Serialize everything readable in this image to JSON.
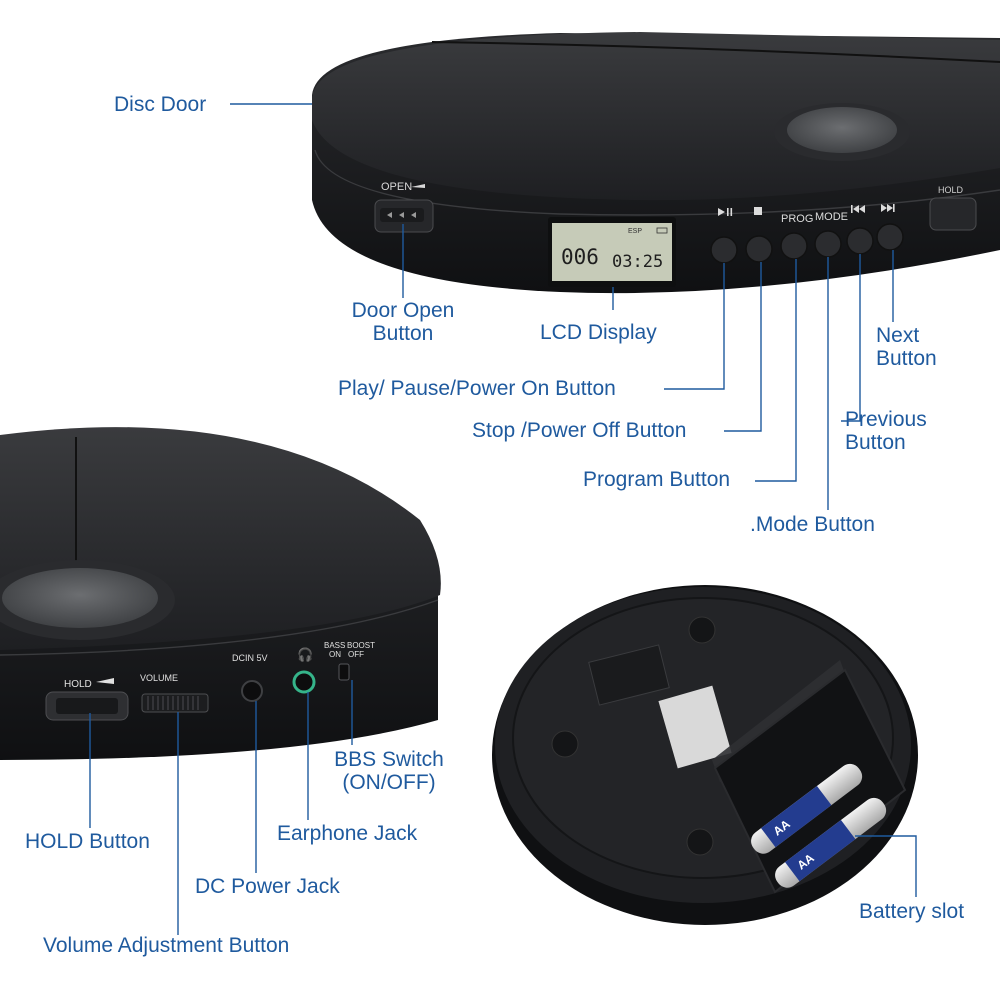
{
  "device": {
    "lcd_track": "006",
    "lcd_time": "03:25",
    "lcd_esp": "ESP",
    "open_marking": "OPEN",
    "hold_marking": "HOLD",
    "prog_marking": "PROG",
    "mode_marking": "MODE",
    "volume_marking": "VOLUME",
    "dcin_marking": "DCIN 5V",
    "bass_marking": "BASS",
    "boost_marking": "BOOST",
    "on_marking": "ON",
    "off_marking": "OFF",
    "battery_marking": "AA",
    "icons": [
      "play-pause-icon",
      "stop-icon",
      "previous-icon",
      "next-icon",
      "headphone-icon"
    ]
  },
  "labels": {
    "disc_door": "Disc Door",
    "door_open_1": "Door Open",
    "door_open_2": "Button",
    "lcd_display": "LCD Display",
    "next_1": "Next",
    "next_2": "Button",
    "play_pause": "Play/ Pause/Power On Button",
    "stop": "Stop /Power Off Button",
    "previous_1": "Previous",
    "previous_2": "Button",
    "program": "Program Button",
    "mode": ".Mode Button",
    "bbs_1": "BBS Switch",
    "bbs_2": "(ON/OFF)",
    "hold": "HOLD Button",
    "earphone": "Earphone Jack",
    "dc_power": "DC Power Jack",
    "volume": "Volume Adjustment Button",
    "battery": "Battery slot"
  },
  "colors": {
    "label_blue": "#1f5a9e",
    "device_black": "#1b1c1e",
    "lcd_green": "#c6cbb8"
  }
}
